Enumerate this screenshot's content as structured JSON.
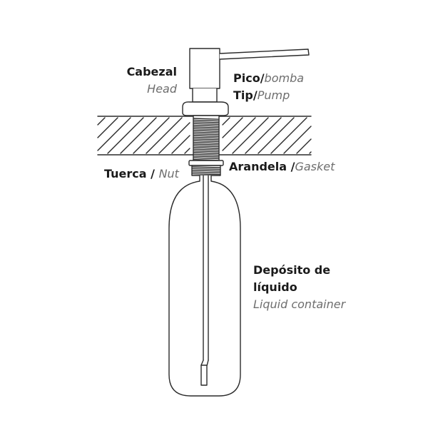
{
  "labels": {
    "head": {
      "es": "Cabezal",
      "en": "Head"
    },
    "tip": {
      "es1": "Pico",
      "en1": "bomba",
      "es2": "Tip",
      "en2": "Pump",
      "sep": "/"
    },
    "nut": {
      "es": "Tuerca",
      "sep": " / ",
      "en": "Nut"
    },
    "gasket": {
      "es": "Arandela",
      "sep": " /",
      "en": "Gasket"
    },
    "container": {
      "es1": "Depósito de",
      "es2": "líquido",
      "en": "Liquid container"
    }
  },
  "colors": {
    "line": "#2a2a2a",
    "hatch": "#2a2a2a",
    "label_en": "#6e6e6e",
    "label_es": "#1a1a1a"
  }
}
